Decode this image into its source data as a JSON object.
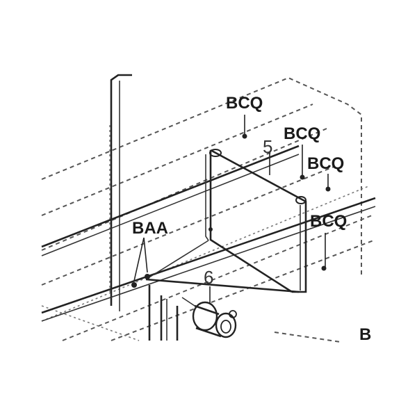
{
  "labels": {
    "bcq_top": "BCQ",
    "bcq_mid": "BCQ",
    "bcq_right": "BCQ",
    "bcq_lower": "BCQ",
    "baa": "BAA",
    "part5": "5",
    "part6": "6",
    "edge_b": "B"
  },
  "colors": {
    "line": "#222222",
    "dashed": "#555555",
    "background": "#ffffff"
  }
}
